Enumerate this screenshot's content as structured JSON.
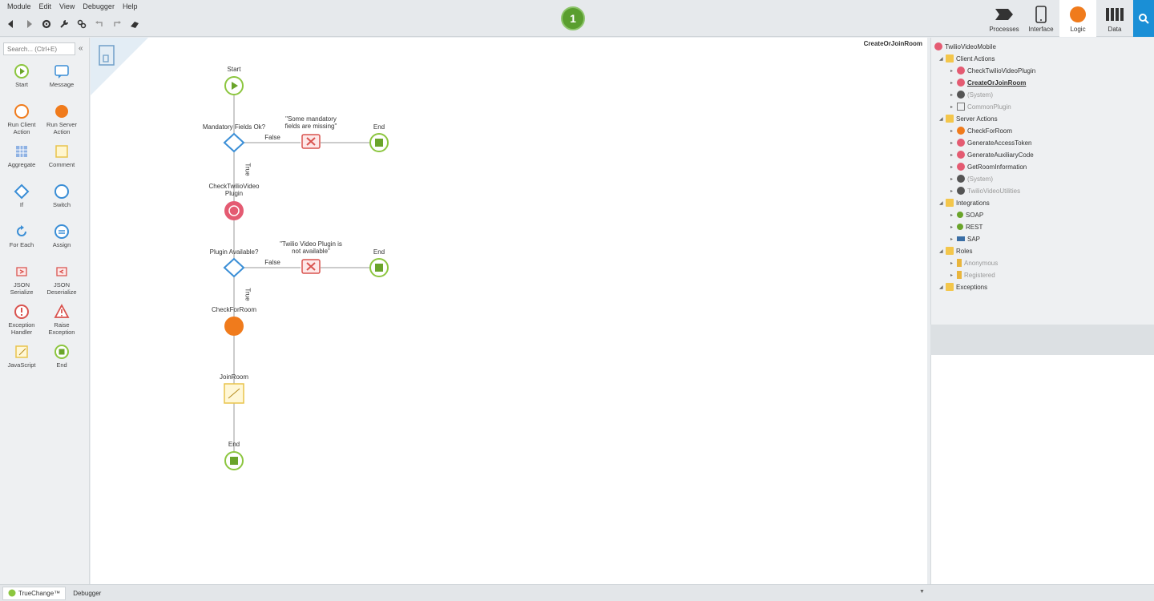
{
  "menu": [
    "Module",
    "Edit",
    "View",
    "Debugger",
    "Help"
  ],
  "publish_badge": "1",
  "tabs": [
    {
      "label": "Processes",
      "icon": "processes-icon"
    },
    {
      "label": "Interface",
      "icon": "interface-icon"
    },
    {
      "label": "Logic",
      "icon": "logic-icon"
    },
    {
      "label": "Data",
      "icon": "data-icon"
    }
  ],
  "toolbox": {
    "search_placeholder": "Search... (Ctrl+E)",
    "tools": [
      {
        "label": "Start",
        "icon": "start-icon"
      },
      {
        "label": "Message",
        "icon": "message-icon"
      },
      {
        "label": "Run Client Action",
        "icon": "run-client-action-icon"
      },
      {
        "label": "Run Server Action",
        "icon": "run-server-action-icon"
      },
      {
        "label": "Aggregate",
        "icon": "aggregate-icon"
      },
      {
        "label": "Comment",
        "icon": "comment-icon"
      },
      {
        "label": "If",
        "icon": "if-icon"
      },
      {
        "label": "Switch",
        "icon": "switch-icon"
      },
      {
        "label": "For Each",
        "icon": "for-each-icon"
      },
      {
        "label": "Assign",
        "icon": "assign-icon"
      },
      {
        "label": "JSON Serialize",
        "icon": "json-serialize-icon"
      },
      {
        "label": "JSON Deserialize",
        "icon": "json-deserialize-icon"
      },
      {
        "label": "Exception Handler",
        "icon": "exception-handler-icon"
      },
      {
        "label": "Raise Exception",
        "icon": "raise-exception-icon"
      },
      {
        "label": "JavaScript",
        "icon": "javascript-icon"
      },
      {
        "label": "End",
        "icon": "end-icon"
      }
    ]
  },
  "canvas": {
    "title": "CreateOrJoinRoom",
    "flow": {
      "start": "Start",
      "if1": "Mandatory Fields Ok?",
      "false1": "False",
      "msg1": "\"Some mandatory fields are missing\"",
      "end1": "End",
      "true1": "True",
      "action1": "CheckTwilioVideo Plugin",
      "if2": "Plugin Available?",
      "false2": "False",
      "msg2": "\"Twilio Video Plugin is not available\"",
      "end2": "End",
      "true2": "True",
      "action2": "CheckForRoom",
      "js": "JoinRoom",
      "end3": "End"
    }
  },
  "tree": {
    "root": "TwilioVideoMobile",
    "items": [
      {
        "label": "Client Actions",
        "type": "folder",
        "level": 1
      },
      {
        "label": "CheckTwilioVideoPlugin",
        "type": "cli",
        "level": 2
      },
      {
        "label": "CreateOrJoinRoom",
        "type": "cli",
        "level": 2,
        "selected": true
      },
      {
        "label": "(System)",
        "type": "sys",
        "level": 2,
        "dim": true
      },
      {
        "label": "CommonPlugin",
        "type": "plug",
        "level": 2,
        "dim": true
      },
      {
        "label": "Server Actions",
        "type": "folder",
        "level": 1
      },
      {
        "label": "CheckForRoom",
        "type": "srv",
        "level": 2
      },
      {
        "label": "GenerateAccessToken",
        "type": "cli",
        "level": 2
      },
      {
        "label": "GenerateAuxiliaryCode",
        "type": "cli",
        "level": 2
      },
      {
        "label": "GetRoomInformation",
        "type": "cli",
        "level": 2
      },
      {
        "label": "(System)",
        "type": "sys",
        "level": 2,
        "dim": true
      },
      {
        "label": "TwilioVideoUtilities",
        "type": "sys2",
        "level": 2,
        "dim": true
      },
      {
        "label": "Integrations",
        "type": "folder",
        "level": 1
      },
      {
        "label": "SOAP",
        "type": "soap",
        "level": 2
      },
      {
        "label": "REST",
        "type": "rest",
        "level": 2
      },
      {
        "label": "SAP",
        "type": "sap",
        "level": 2
      },
      {
        "label": "Roles",
        "type": "folder",
        "level": 1
      },
      {
        "label": "Anonymous",
        "type": "role",
        "level": 2,
        "dim": true
      },
      {
        "label": "Registered",
        "type": "role",
        "level": 2,
        "dim": true
      },
      {
        "label": "Exceptions",
        "type": "folder",
        "level": 1
      }
    ]
  },
  "bottom_tabs": [
    "TrueChange™",
    "Debugger"
  ],
  "colors": {
    "accent": "#1a8fd6",
    "start_green": "#8cc63f",
    "client_pink": "#e45b72",
    "server_orange": "#f07b1c",
    "if_blue": "#3a8ed6",
    "error_red": "#d9534f"
  }
}
